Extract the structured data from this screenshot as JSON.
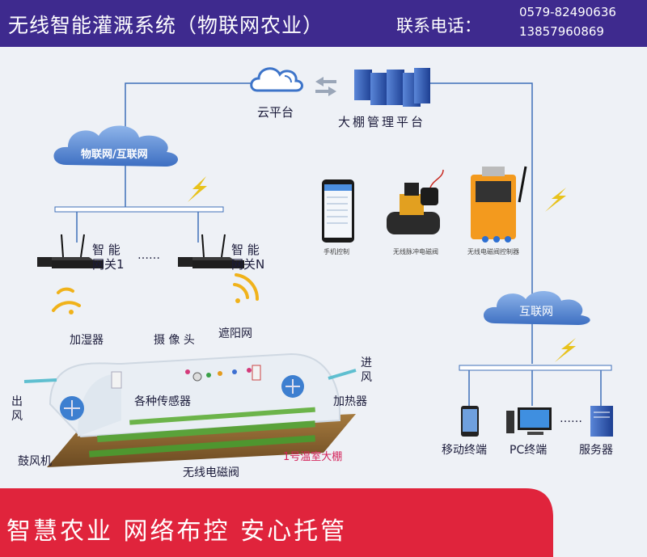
{
  "header": {
    "title": "无线智能灌溉系统（物联网农业）",
    "contact_label": "联系电话：",
    "phone_1": "0579-82490636",
    "phone_2": "13857960869"
  },
  "top": {
    "cloud_platform": "云平台",
    "greenhouse_platform": "大棚管理平台"
  },
  "left": {
    "iot_cloud": "物联网/互联网",
    "gateway_1_line1": "智 能",
    "gateway_1_line2": "网关1",
    "ellipsis": "……",
    "gateway_n_line1": "智 能",
    "gateway_n_line2": "网关N"
  },
  "devices": {
    "phone_control": "手机控制",
    "pulse_valve": "无线脉冲电磁阀",
    "controller": "无线电磁阀控制器"
  },
  "right": {
    "internet": "互联网",
    "mobile": "移动终端",
    "pc": "PC终端",
    "dots": "……",
    "server": "服务器"
  },
  "greenhouse": {
    "humidifier": "加湿器",
    "camera": "摄 像 头",
    "shade_net": "遮阳网",
    "air_in_1": "进",
    "air_in_2": "风",
    "air_out_1": "出",
    "air_out_2": "风",
    "sensors": "各种传感器",
    "heater": "加热器",
    "blower": "鼓风机",
    "valve": "无线电磁阀",
    "title": "1号温室大棚"
  },
  "footer": {
    "slogan": "智慧农业  网络布控  安心托管"
  },
  "colors": {
    "header_bg": "#3e2a8e",
    "footer_red": "#e0243c",
    "cloud_blue": "#5a8fd6",
    "line_blue": "#3f6fb8",
    "lightning": "#e8c21c"
  }
}
